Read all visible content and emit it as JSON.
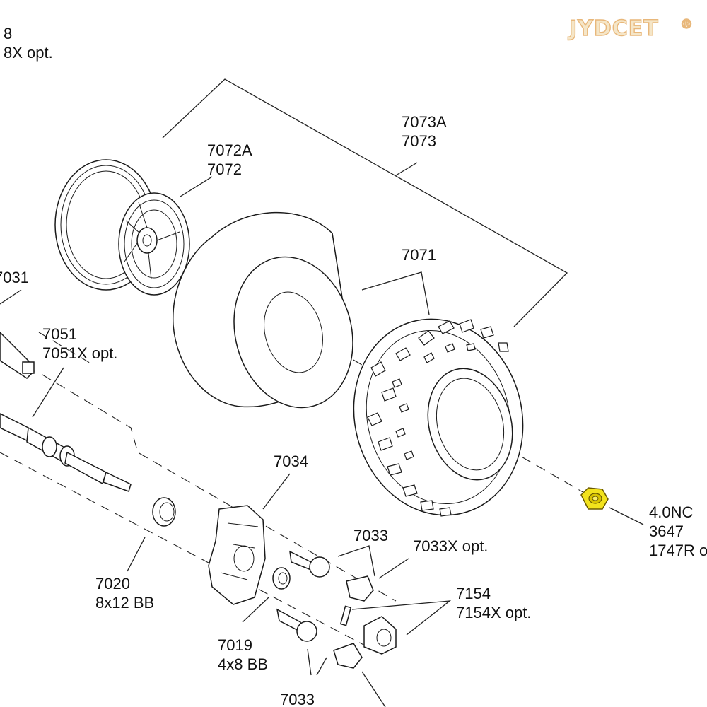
{
  "brand": {
    "logo_text": "JYDCET",
    "registered_mark": "®"
  },
  "labels": {
    "top_left_1": "8",
    "top_left_2": "8X opt.",
    "tire_assembly_1": "7073A",
    "tire_assembly_2": "7073",
    "wheel_1": "7072A",
    "wheel_2": "7072",
    "tire": "7071",
    "left_part": "7031",
    "driveshaft_1": "7051",
    "driveshaft_2": "7051X opt.",
    "carrier": "7034",
    "nut_1": "4.0NC",
    "nut_2": "3647",
    "nut_3": "1747R o",
    "bearing_left_1": "7020",
    "bearing_left_2": "8x12 BB",
    "pivot_1": "7033",
    "pivot_2": "7033X opt.",
    "pin_1": "7154",
    "pin_2": "7154X opt.",
    "bearing_small_1": "7019",
    "bearing_small_2": "4x8 BB",
    "pivot_bottom": "7033"
  },
  "colors": {
    "nut_highlight": "#f2e21c",
    "logo_fill": "#f5e6c8",
    "logo_stroke": "#e8b77a",
    "line": "#222222"
  }
}
